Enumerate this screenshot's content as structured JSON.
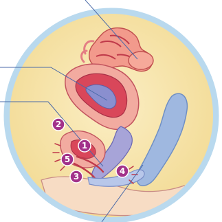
{
  "diagram": {
    "markers": [
      {
        "id": "marker-1",
        "label": "1"
      },
      {
        "id": "marker-2",
        "label": "2"
      },
      {
        "id": "marker-3",
        "label": "3"
      },
      {
        "id": "marker-4",
        "label": "4"
      },
      {
        "id": "marker-5",
        "label": "5"
      }
    ],
    "colors": {
      "frame_ring": "#b9d9ee",
      "background": "#f6e3a6",
      "uterus_outer": "#f2aba0",
      "uterus_inner": "#d9475a",
      "cavity": "#8a8fcf",
      "bladder": "#9fb8e0",
      "marker": "#a2328a",
      "leader_line": "#4a6aa8",
      "outline": "#b0506a"
    }
  }
}
